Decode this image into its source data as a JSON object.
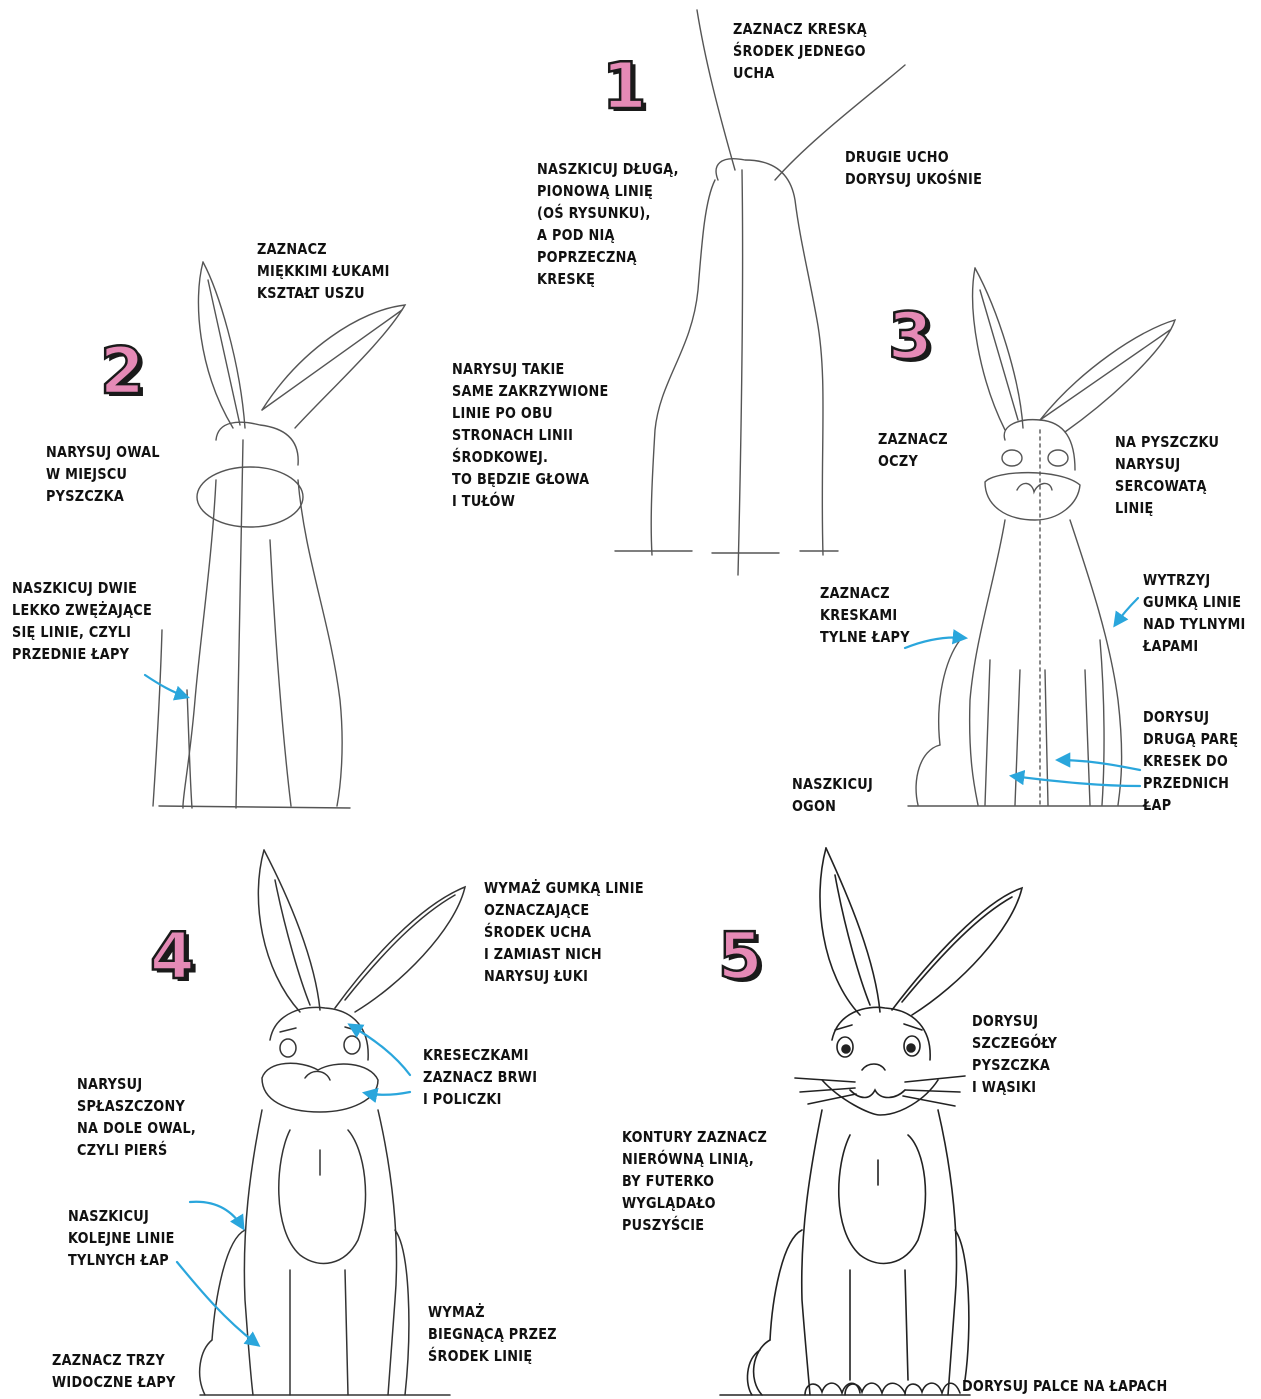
{
  "colors": {
    "step_number": "#e58ab6",
    "arrow": "#2aa6dc",
    "ink": "#111111",
    "sketch": "#555555"
  },
  "steps": [
    {
      "number": "1",
      "captions": [
        "ZAZNACZ KRESKĄ\nŚRODEK JEDNEGO\nUCHA",
        "DRUGIE UCHO\nDORYSUJ UKOŚNIE",
        "NASZKICUJ DŁUGĄ,\nPIONOWĄ LINIĘ\n(OŚ RYSUNKU),\nA POD NIĄ\nPOPRZECZNĄ\nKRESKĘ",
        "NARYSUJ TAKIE\nSAME ZAKRZYWIONE\nLINIE PO OBU\nSTRONACH LINII\nŚRODKOWEJ.\nTO BĘDZIE GŁOWA\nI TUŁÓW"
      ]
    },
    {
      "number": "2",
      "captions": [
        "ZAZNACZ\nMIĘKKIMI ŁUKAMI\nKSZTAŁT USZU",
        "NARYSUJ OWAL\nW MIEJSCU\nPYSZCZKA",
        "NASZKICUJ DWIE\nLEKKO ZWĘŻAJĄCE\nSIĘ LINIE, CZYLI\nPRZEDNIE ŁAPY"
      ]
    },
    {
      "number": "3",
      "captions": [
        "ZAZNACZ\nOCZY",
        "NA PYSZCZKU\nNARYSUJ\nSERCOWATĄ\nLINIĘ",
        "ZAZNACZ\nKRESKAMI\nTYLNE ŁAPY",
        "WYTRZYJ\nGUMKĄ LINIE\nNAD TYLNYMI\nŁAPAMI",
        "DORYSUJ\nDRUGĄ PARĘ\nKRESEK DO\nPRZEDNICH\nŁAP",
        "NASZKICUJ\nOGON"
      ]
    },
    {
      "number": "4",
      "captions": [
        "WYMAŻ GUMKĄ LINIE\nOZNACZAJĄCE\nŚRODEK UCHA\nI ZAMIAST NICH\nNARYSUJ ŁUKI",
        "KRESECZKAMI\nZAZNACZ BRWI\nI POLICZKI",
        "NARYSUJ\nSPŁASZCZONY\nNA DOLE OWAL,\nCZYLI PIERŚ",
        "NASZKICUJ\nKOLEJNE LINIE\nTYLNYCH ŁAP",
        "WYMAŻ\nBIEGNĄCĄ PRZEZ\nŚRODEK LINIĘ",
        "ZAZNACZ TRZY\nWIDOCZNE ŁAPY"
      ]
    },
    {
      "number": "5",
      "captions": [
        "DORYSUJ\nSZCZEGÓŁY\nPYSZCZKA\nI WĄSIKI",
        "KONTURY ZAZNACZ\nNIERÓWNĄ LINIĄ,\nBY FUTERKO\nWYGLĄDAŁO\nPUSZYŚCIE",
        "DORYSUJ PALCE NA ŁAPACH"
      ]
    }
  ]
}
